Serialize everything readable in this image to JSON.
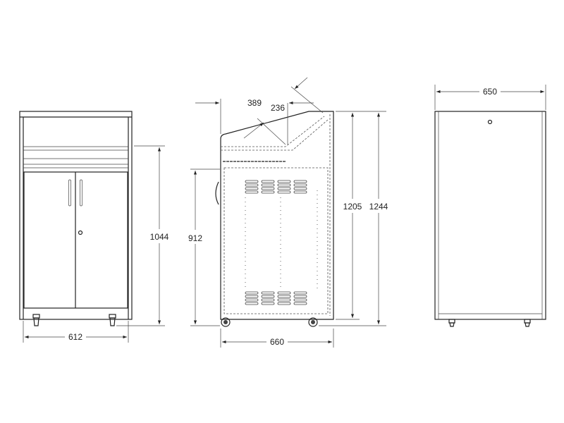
{
  "dimensions": {
    "front_height": "1044",
    "front_width": "612",
    "side_height_lower": "912",
    "side_height_body": "1205",
    "side_height_total": "1244",
    "side_depth": "660",
    "side_slope_depth": "389",
    "side_top_flat": "236",
    "back_width": "650"
  }
}
